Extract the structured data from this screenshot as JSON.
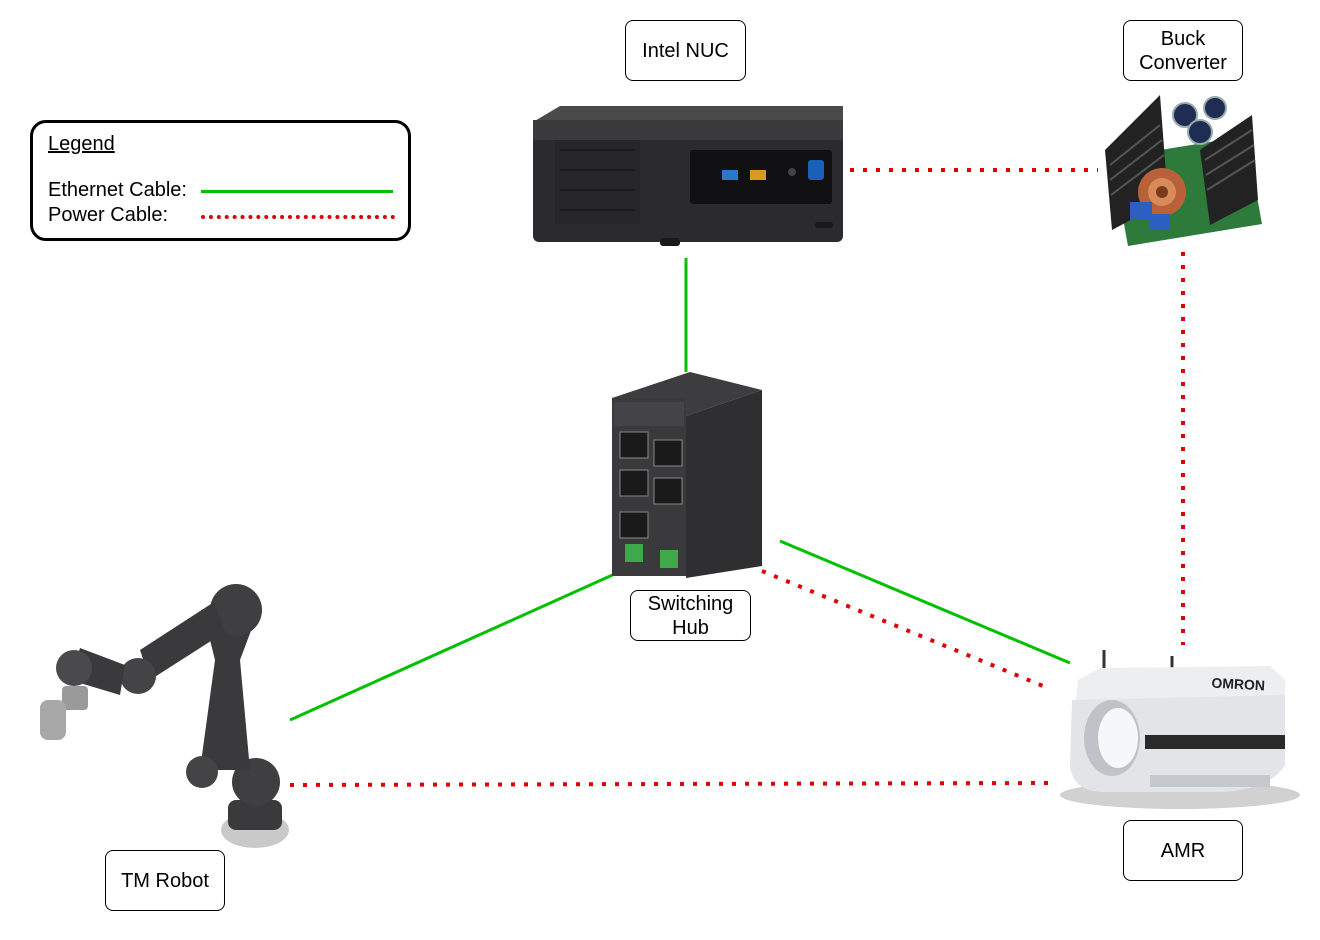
{
  "legend": {
    "title": "Legend",
    "ethernet_label": "Ethernet Cable:",
    "power_label": "Power Cable:",
    "ethernet_color": "#00c000",
    "power_color": "#e00000"
  },
  "nodes": {
    "intel_nuc": "Intel NUC",
    "buck_converter": "Buck\nConverter",
    "switching_hub": "Switching\nHub",
    "tm_robot": "TM Robot",
    "amr": "AMR"
  },
  "devices": {
    "amr_brand": "OMRON"
  },
  "connections": [
    {
      "from": "Intel NUC",
      "to": "Switching Hub",
      "type": "ethernet"
    },
    {
      "from": "Switching Hub",
      "to": "TM Robot",
      "type": "ethernet"
    },
    {
      "from": "Switching Hub",
      "to": "AMR",
      "type": "ethernet"
    },
    {
      "from": "Intel NUC",
      "to": "Buck Converter",
      "type": "power"
    },
    {
      "from": "Buck Converter",
      "to": "AMR",
      "type": "power"
    },
    {
      "from": "Switching Hub",
      "to": "AMR",
      "type": "power"
    },
    {
      "from": "TM Robot",
      "to": "AMR",
      "type": "power"
    }
  ]
}
